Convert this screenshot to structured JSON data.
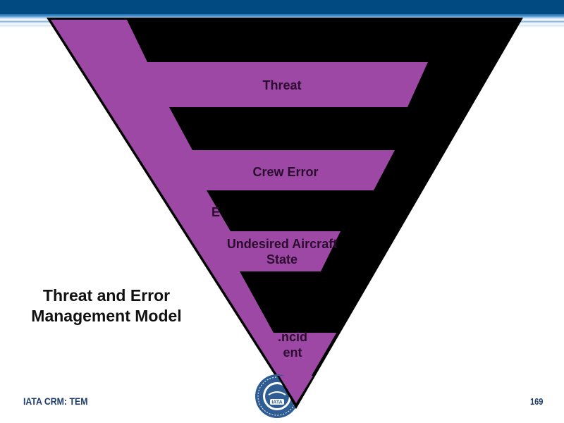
{
  "slide": {
    "title": "Threat and Error Management Model",
    "title_lines": [
      "Threat and Error",
      "Management Model"
    ],
    "footer_text": "IATA CRM: TEM",
    "page_number": "169",
    "logo_text": "IATA"
  },
  "diagram": {
    "bands": [
      {
        "label": "Threat"
      },
      {
        "label": "Crew Error"
      },
      {
        "label": "Undesired Aircraft State",
        "lines": [
          "Undesired Aircraft",
          "State"
        ]
      },
      {
        "label": ".ncident",
        "lines": [
          ".ncid",
          "ent"
        ]
      }
    ],
    "partial_label": "E",
    "colors": {
      "band": "#9E48A6",
      "gap": "#000000",
      "header": "#004A82",
      "label": "#2A0C2E"
    }
  }
}
